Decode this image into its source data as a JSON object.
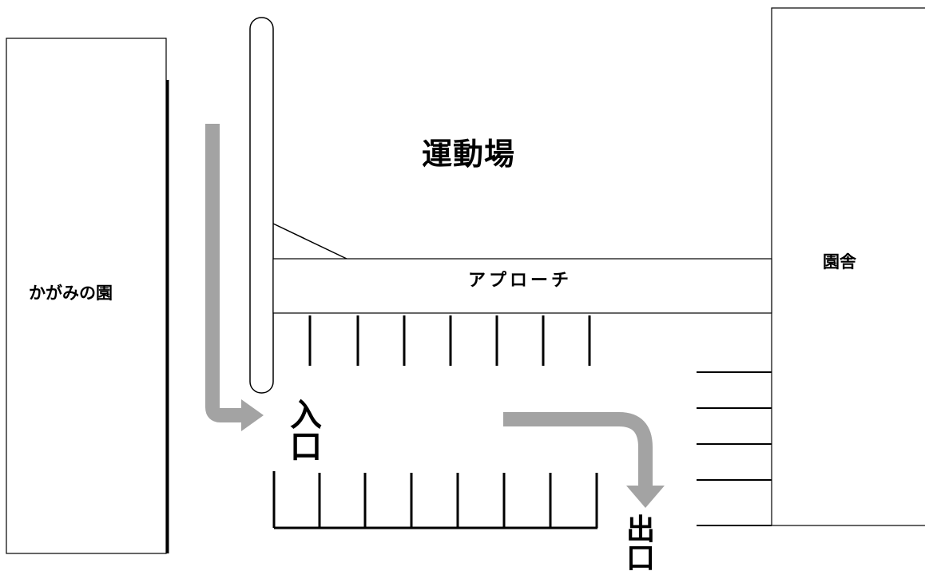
{
  "labels": {
    "field": "運動場",
    "approach": "アプローチ",
    "kagami": "かがみの園",
    "school": "園舎",
    "entrance_1": "入",
    "entrance_2": "口",
    "exit_1": "出",
    "exit_2": "口"
  },
  "colors": {
    "line": "#000000",
    "arrow": "#999999",
    "background": "#ffffff"
  },
  "icons": [
    "arrow-entry-icon",
    "arrow-exit-icon"
  ]
}
